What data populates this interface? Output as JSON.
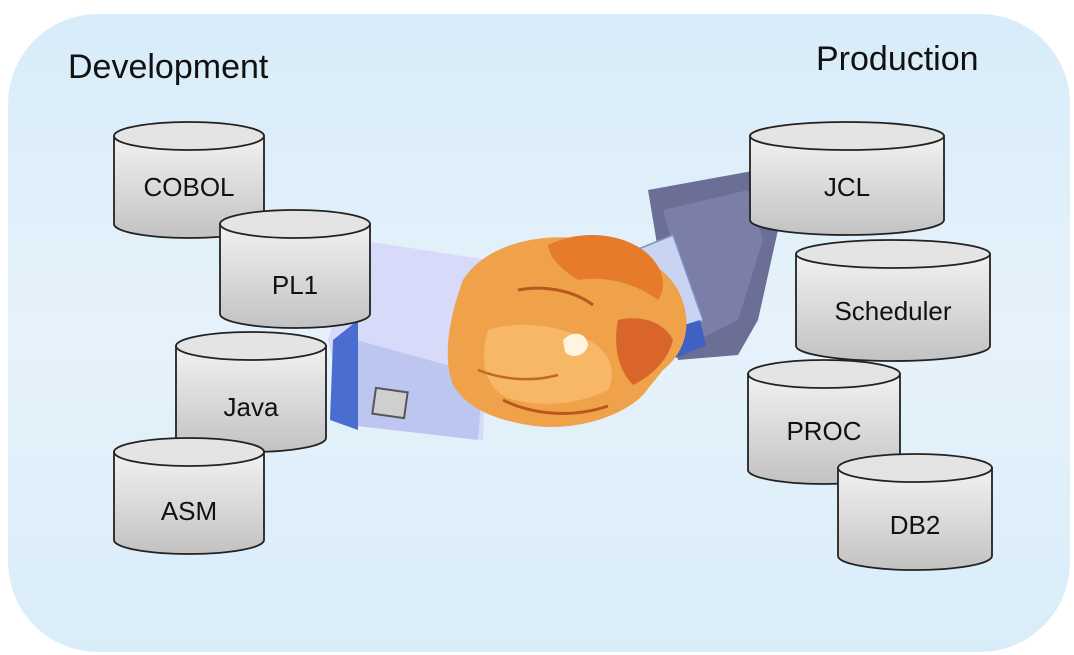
{
  "groups": {
    "development": {
      "title": "Development",
      "items": [
        "COBOL",
        "PL1",
        "Java",
        "ASM"
      ]
    },
    "production": {
      "title": "Production",
      "items": [
        "JCL",
        "Scheduler",
        "PROC",
        "DB2"
      ]
    }
  },
  "center_graphic": "handshake",
  "colors": {
    "background": "#dbeef9",
    "cylinder_fill": "#d4d4d4",
    "cylinder_stroke": "#222222"
  }
}
